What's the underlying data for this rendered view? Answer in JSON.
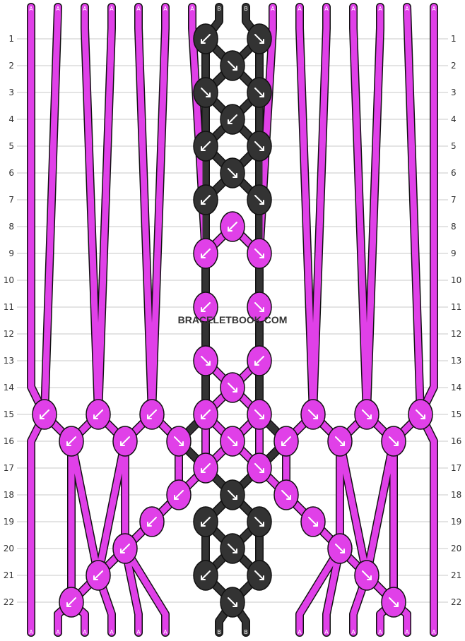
{
  "watermark": "BRACELETBOOK.COM",
  "colors": {
    "A": "#e040e8",
    "B": "#333333",
    "outline": "#111111",
    "arrow": "#ffffff"
  },
  "strands_top": [
    "A",
    "A",
    "A",
    "A",
    "A",
    "A",
    "A",
    "B",
    "B",
    "A",
    "A",
    "A",
    "A",
    "A",
    "A",
    "A"
  ],
  "strands_bottom": [
    "A",
    "A",
    "A",
    "A",
    "A",
    "A",
    "A",
    "B",
    "B",
    "A",
    "A",
    "A",
    "A",
    "A",
    "A",
    "A"
  ],
  "rows": [
    1,
    2,
    3,
    4,
    5,
    6,
    7,
    8,
    9,
    10,
    11,
    12,
    13,
    14,
    15,
    16,
    17,
    18,
    19,
    20,
    21,
    22
  ],
  "knots": [
    {
      "row": 1,
      "pos": 7,
      "color": "B",
      "dir": "left-down"
    },
    {
      "row": 1,
      "pos": 9,
      "color": "B",
      "dir": "right-down"
    },
    {
      "row": 2,
      "pos": 8,
      "color": "B",
      "dir": "right-down"
    },
    {
      "row": 3,
      "pos": 7,
      "color": "B",
      "dir": "right-down"
    },
    {
      "row": 3,
      "pos": 9,
      "color": "B",
      "dir": "right-down"
    },
    {
      "row": 4,
      "pos": 8,
      "color": "B",
      "dir": "left-down"
    },
    {
      "row": 5,
      "pos": 7,
      "color": "B",
      "dir": "left-down"
    },
    {
      "row": 5,
      "pos": 9,
      "color": "B",
      "dir": "right-down"
    },
    {
      "row": 6,
      "pos": 8,
      "color": "B",
      "dir": "right-down"
    },
    {
      "row": 7,
      "pos": 7,
      "color": "B",
      "dir": "left-down"
    },
    {
      "row": 7,
      "pos": 9,
      "color": "B",
      "dir": "right-down"
    },
    {
      "row": 8,
      "pos": 8,
      "color": "A",
      "dir": "left-down"
    },
    {
      "row": 9,
      "pos": 7,
      "color": "A",
      "dir": "left-down"
    },
    {
      "row": 9,
      "pos": 9,
      "color": "A",
      "dir": "right-down"
    },
    {
      "row": 11,
      "pos": 7,
      "color": "A",
      "dir": "left-down"
    },
    {
      "row": 11,
      "pos": 9,
      "color": "A",
      "dir": "right-down"
    },
    {
      "row": 13,
      "pos": 7,
      "color": "A",
      "dir": "right-down"
    },
    {
      "row": 13,
      "pos": 9,
      "color": "A",
      "dir": "left-down"
    },
    {
      "row": 14,
      "pos": 8,
      "color": "A",
      "dir": "right-down"
    },
    {
      "row": 15,
      "pos": 1,
      "color": "A",
      "dir": "left-down"
    },
    {
      "row": 15,
      "pos": 3,
      "color": "A",
      "dir": "left-down"
    },
    {
      "row": 15,
      "pos": 5,
      "color": "A",
      "dir": "left-down"
    },
    {
      "row": 15,
      "pos": 7,
      "color": "A",
      "dir": "left-down"
    },
    {
      "row": 15,
      "pos": 9,
      "color": "A",
      "dir": "right-down"
    },
    {
      "row": 15,
      "pos": 11,
      "color": "A",
      "dir": "right-down"
    },
    {
      "row": 15,
      "pos": 13,
      "color": "A",
      "dir": "right-down"
    },
    {
      "row": 15,
      "pos": 15,
      "color": "A",
      "dir": "right-down"
    },
    {
      "row": 16,
      "pos": 2,
      "color": "A",
      "dir": "left-down"
    },
    {
      "row": 16,
      "pos": 4,
      "color": "A",
      "dir": "left-down"
    },
    {
      "row": 16,
      "pos": 6,
      "color": "A",
      "dir": "right-down"
    },
    {
      "row": 16,
      "pos": 8,
      "color": "A",
      "dir": "right-down"
    },
    {
      "row": 16,
      "pos": 10,
      "color": "A",
      "dir": "left-down"
    },
    {
      "row": 16,
      "pos": 12,
      "color": "A",
      "dir": "right-down"
    },
    {
      "row": 16,
      "pos": 14,
      "color": "A",
      "dir": "right-down"
    },
    {
      "row": 17,
      "pos": 7,
      "color": "A",
      "dir": "left-down"
    },
    {
      "row": 17,
      "pos": 9,
      "color": "A",
      "dir": "right-down"
    },
    {
      "row": 18,
      "pos": 6,
      "color": "A",
      "dir": "left-down"
    },
    {
      "row": 18,
      "pos": 8,
      "color": "B",
      "dir": "right-down"
    },
    {
      "row": 18,
      "pos": 10,
      "color": "A",
      "dir": "right-down"
    },
    {
      "row": 19,
      "pos": 5,
      "color": "A",
      "dir": "left-down"
    },
    {
      "row": 19,
      "pos": 7,
      "color": "B",
      "dir": "left-down"
    },
    {
      "row": 19,
      "pos": 9,
      "color": "B",
      "dir": "right-down"
    },
    {
      "row": 19,
      "pos": 11,
      "color": "A",
      "dir": "right-down"
    },
    {
      "row": 20,
      "pos": 4,
      "color": "A",
      "dir": "left-down"
    },
    {
      "row": 20,
      "pos": 8,
      "color": "B",
      "dir": "right-down"
    },
    {
      "row": 20,
      "pos": 12,
      "color": "A",
      "dir": "right-down"
    },
    {
      "row": 21,
      "pos": 3,
      "color": "A",
      "dir": "left-down"
    },
    {
      "row": 21,
      "pos": 7,
      "color": "B",
      "dir": "left-down"
    },
    {
      "row": 21,
      "pos": 9,
      "color": "B",
      "dir": "right-down"
    },
    {
      "row": 21,
      "pos": 13,
      "color": "A",
      "dir": "right-down"
    },
    {
      "row": 22,
      "pos": 2,
      "color": "A",
      "dir": "left-down"
    },
    {
      "row": 22,
      "pos": 8,
      "color": "B",
      "dir": "right-down"
    },
    {
      "row": 22,
      "pos": 14,
      "color": "A",
      "dir": "right-down"
    }
  ]
}
